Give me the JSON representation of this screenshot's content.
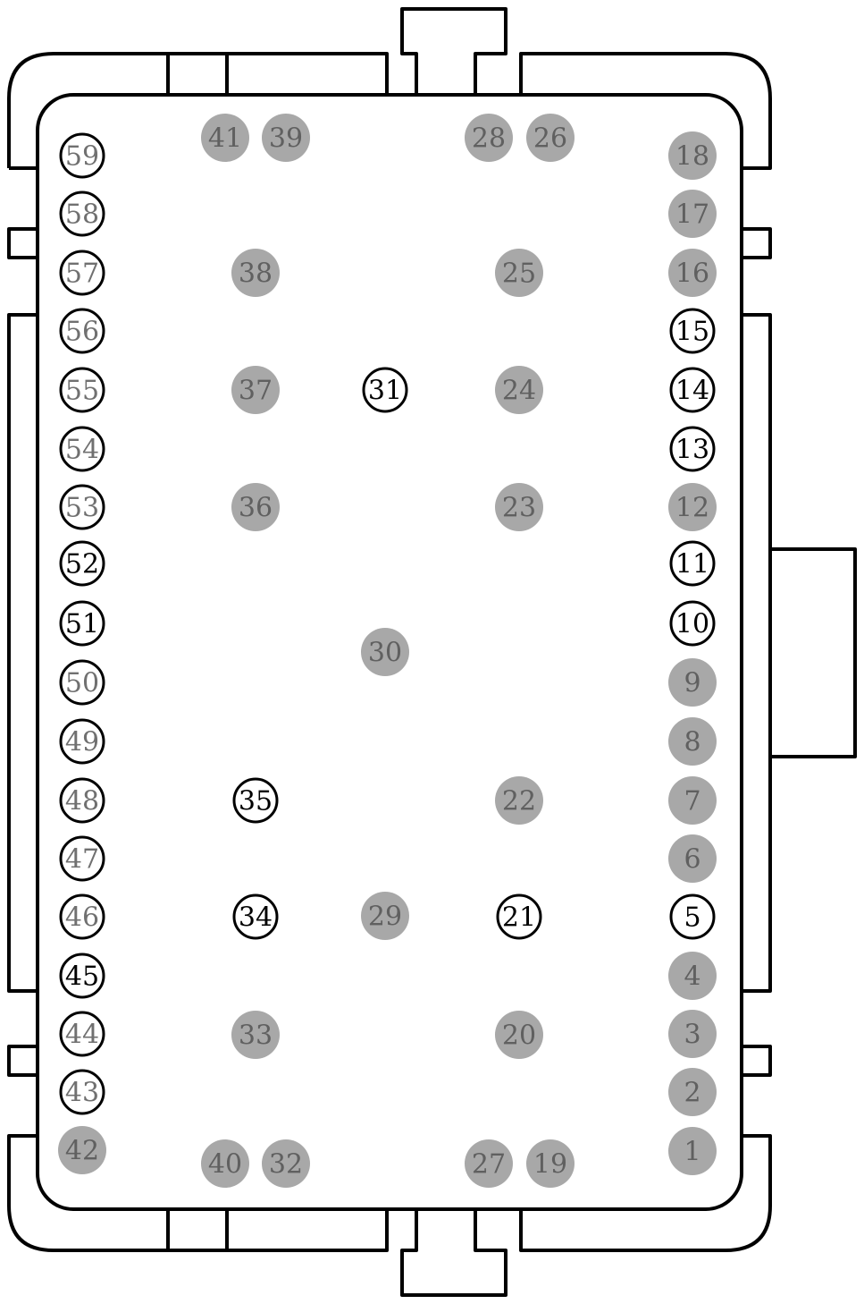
{
  "connector": {
    "style": {
      "filled_pin_color": "#a8a8a8",
      "filled_text_color": "#606060",
      "outline_pin_fill": "#ffffff",
      "outline_pin_stroke": "#000000",
      "outline_text_color_active": "#000000",
      "outline_text_color_inactive": "#707070"
    },
    "pins": [
      {
        "label": "1",
        "type": "filled"
      },
      {
        "label": "2",
        "type": "filled"
      },
      {
        "label": "3",
        "type": "filled"
      },
      {
        "label": "4",
        "type": "filled"
      },
      {
        "label": "5",
        "type": "outline-active"
      },
      {
        "label": "6",
        "type": "filled"
      },
      {
        "label": "7",
        "type": "filled"
      },
      {
        "label": "8",
        "type": "filled"
      },
      {
        "label": "9",
        "type": "filled"
      },
      {
        "label": "10",
        "type": "outline-active"
      },
      {
        "label": "11",
        "type": "outline-active"
      },
      {
        "label": "12",
        "type": "filled"
      },
      {
        "label": "13",
        "type": "outline-active"
      },
      {
        "label": "14",
        "type": "outline-active"
      },
      {
        "label": "15",
        "type": "outline-active"
      },
      {
        "label": "16",
        "type": "filled"
      },
      {
        "label": "17",
        "type": "filled"
      },
      {
        "label": "18",
        "type": "filled"
      },
      {
        "label": "19",
        "type": "filled"
      },
      {
        "label": "20",
        "type": "filled"
      },
      {
        "label": "21",
        "type": "outline-active"
      },
      {
        "label": "22",
        "type": "filled"
      },
      {
        "label": "23",
        "type": "filled"
      },
      {
        "label": "24",
        "type": "filled"
      },
      {
        "label": "25",
        "type": "filled"
      },
      {
        "label": "26",
        "type": "filled"
      },
      {
        "label": "27",
        "type": "filled"
      },
      {
        "label": "28",
        "type": "filled"
      },
      {
        "label": "29",
        "type": "filled"
      },
      {
        "label": "30",
        "type": "filled"
      },
      {
        "label": "31",
        "type": "outline-active"
      },
      {
        "label": "32",
        "type": "filled"
      },
      {
        "label": "33",
        "type": "filled"
      },
      {
        "label": "34",
        "type": "outline-active"
      },
      {
        "label": "35",
        "type": "outline-active"
      },
      {
        "label": "36",
        "type": "filled"
      },
      {
        "label": "37",
        "type": "filled"
      },
      {
        "label": "38",
        "type": "filled"
      },
      {
        "label": "39",
        "type": "filled"
      },
      {
        "label": "40",
        "type": "filled"
      },
      {
        "label": "41",
        "type": "filled"
      },
      {
        "label": "42",
        "type": "filled"
      },
      {
        "label": "43",
        "type": "outline-inactive"
      },
      {
        "label": "44",
        "type": "outline-inactive"
      },
      {
        "label": "45",
        "type": "outline-active"
      },
      {
        "label": "46",
        "type": "outline-inactive"
      },
      {
        "label": "47",
        "type": "outline-inactive"
      },
      {
        "label": "48",
        "type": "outline-inactive"
      },
      {
        "label": "49",
        "type": "outline-inactive"
      },
      {
        "label": "50",
        "type": "outline-inactive"
      },
      {
        "label": "51",
        "type": "outline-active"
      },
      {
        "label": "52",
        "type": "outline-active"
      },
      {
        "label": "53",
        "type": "outline-inactive"
      },
      {
        "label": "54",
        "type": "outline-inactive"
      },
      {
        "label": "55",
        "type": "outline-inactive"
      },
      {
        "label": "56",
        "type": "outline-inactive"
      },
      {
        "label": "57",
        "type": "outline-inactive"
      },
      {
        "label": "58",
        "type": "outline-inactive"
      },
      {
        "label": "59",
        "type": "outline-inactive"
      }
    ]
  }
}
